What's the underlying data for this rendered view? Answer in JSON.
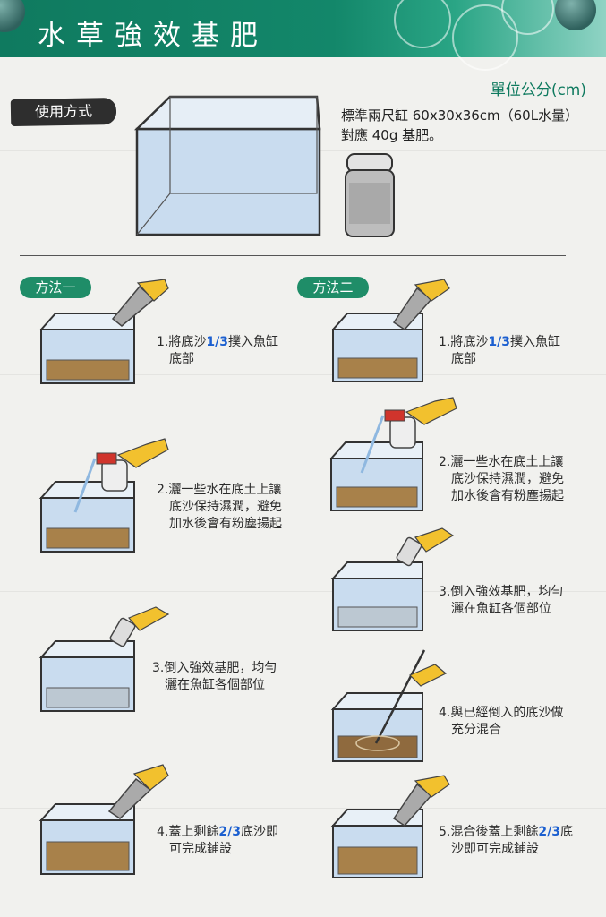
{
  "header": {
    "title": "水草強效基肥"
  },
  "unit_note": "單位公分(cm)",
  "usage_label": "使用方式",
  "spec": {
    "line1": "標準兩尺缸 60x30x36cm（60L水量）",
    "line2": "對應 40g 基肥。"
  },
  "method1": {
    "label": "方法一",
    "steps": [
      {
        "num": "1.",
        "pre": "將底沙",
        "hl": "1/3",
        "post": "撲入魚缸",
        "line2": "底部",
        "line3": ""
      },
      {
        "num": "2.",
        "pre": "灑一些水在底土上讓",
        "hl": "",
        "post": "",
        "line2": "底沙保持濕潤，避免",
        "line3": "加水後會有粉塵揚起"
      },
      {
        "num": "3.",
        "pre": "倒入強效基肥，均勻",
        "hl": "",
        "post": "",
        "line2": "灑在魚缸各個部位",
        "line3": ""
      },
      {
        "num": "4.",
        "pre": "蓋上剩餘",
        "hl": "2/3",
        "post": "底沙即",
        "line2": "可完成鋪設",
        "line3": ""
      }
    ]
  },
  "method2": {
    "label": "方法二",
    "steps": [
      {
        "num": "1.",
        "pre": "將底沙",
        "hl": "1/3",
        "post": "撲入魚缸",
        "line2": "底部",
        "line3": ""
      },
      {
        "num": "2.",
        "pre": "灑一些水在底土上讓",
        "hl": "",
        "post": "",
        "line2": "底沙保持濕潤，避免",
        "line3": "加水後會有粉塵揚起"
      },
      {
        "num": "3.",
        "pre": "倒入強效基肥，均勻",
        "hl": "",
        "post": "",
        "line2": "灑在魚缸各個部位",
        "line3": ""
      },
      {
        "num": "4.",
        "pre": "與已經倒入的底沙做",
        "hl": "",
        "post": "",
        "line2": "充分混合",
        "line3": ""
      },
      {
        "num": "5.",
        "pre": "混合後蓋上剩餘",
        "hl": "2/3",
        "post": "底",
        "line2": "沙即可完成鋪設",
        "line3": ""
      }
    ]
  },
  "colors": {
    "brand_green": "#13876a",
    "highlight_blue": "#1b5fd0",
    "sand": "#a8814a",
    "glove": "#f2c12e"
  }
}
